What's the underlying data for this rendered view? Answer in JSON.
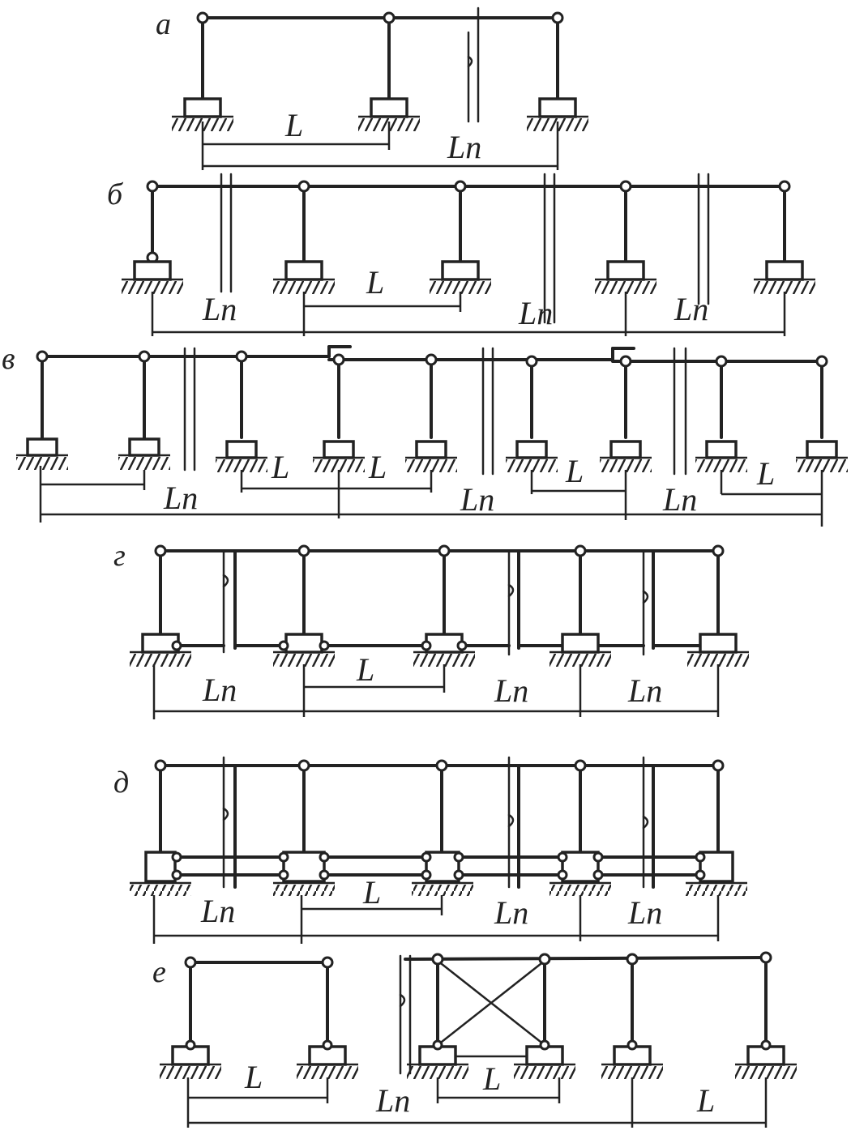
{
  "diagrams": [
    {
      "tag": "а",
      "labels": [
        "L",
        "Ln"
      ]
    },
    {
      "tag": "б",
      "labels": [
        "Ln",
        "L",
        "Ln",
        "Ln"
      ]
    },
    {
      "tag": "в",
      "labels": [
        "Ln",
        "L",
        "L",
        "Ln",
        "L",
        "Ln",
        "L"
      ]
    },
    {
      "tag": "г",
      "labels": [
        "Ln",
        "L",
        "Ln",
        "Ln"
      ]
    },
    {
      "tag": "д",
      "labels": [
        "Ln",
        "L",
        "Ln",
        "Ln"
      ]
    },
    {
      "tag": "е",
      "labels": [
        "L",
        "Ln",
        "L",
        "L"
      ]
    }
  ]
}
